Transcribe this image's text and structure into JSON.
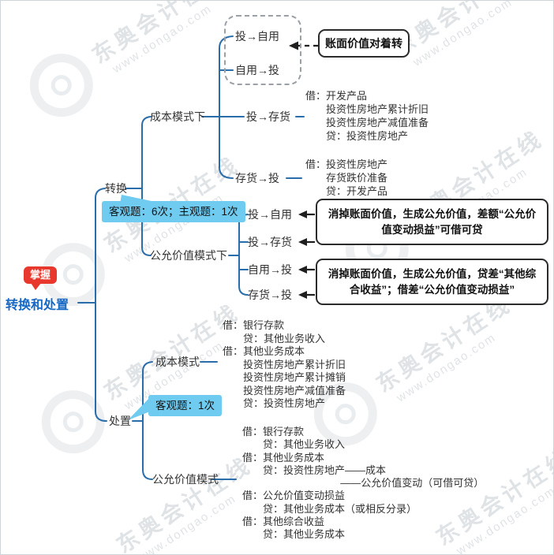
{
  "watermark": {
    "brand": "东奥会计在线",
    "url": "www.dongao.com"
  },
  "badge": {
    "label": "掌握"
  },
  "root": {
    "label": "转换和处置"
  },
  "nodes": {
    "transfer": "转换",
    "disposal": "处置",
    "transfer_cost": "成本模式下",
    "transfer_fair": "公允价值模式下",
    "disposal_cost": "成本模式",
    "disposal_fair": "公允价值模式",
    "transfer_cost_rows": [
      "投→自用",
      "自用→投",
      "投→存货",
      "存货→投"
    ],
    "transfer_fair_rows": [
      "投→自用",
      "投→存货",
      "自用→投",
      "存货→投"
    ]
  },
  "callouts": {
    "transfer": "客观题：6次；主观题：1次",
    "disposal": "客观题：1次"
  },
  "boxes": {
    "book_value": "账面价值对着转",
    "fair_out": "消掉账面价值，生成公允价值，差额“公允价值变动损益”可借可贷",
    "fair_in": "消掉账面价值，生成公允价值，贷差“其他综合收益”；借差“公允价值变动损益”"
  },
  "notes": {
    "invest_to_stock": [
      "借：开发产品",
      "　　投资性房地产累计折旧",
      "　　投资性房地产减值准备",
      "　　贷：投资性房地产"
    ],
    "stock_to_invest": [
      "借：投资性房地产",
      "　　存货跌价准备",
      "　　贷：开发产品"
    ],
    "disposal_cost": [
      "借：银行存款",
      "　　贷：其他业务收入",
      "借：其他业务成本",
      "　　投资性房地产累计折旧",
      "　　投资性房地产累计摊销",
      "　　投资性房地产减值准备",
      "　　贷：投资性房地产"
    ],
    "disposal_fair": [
      "借：银行存款",
      "　　贷：其他业务收入",
      "借：其他业务成本",
      "　　贷：投资性房地产——成本",
      "　　　　　　　　　  ——公允价值变动（可借可贷）",
      "借：公允价值变动损益",
      "　　贷：其他业务成本（或相反分录）",
      "借：其他综合收益",
      "　　贷：其他业务成本"
    ]
  },
  "colors": {
    "line": "#2a6dab",
    "root_text": "#1668c4",
    "callout_bg": "#70cbf1",
    "badge_bg": "#e8382d",
    "box_border": "#2b2b2b",
    "dashed_border": "#9aa0a6"
  }
}
